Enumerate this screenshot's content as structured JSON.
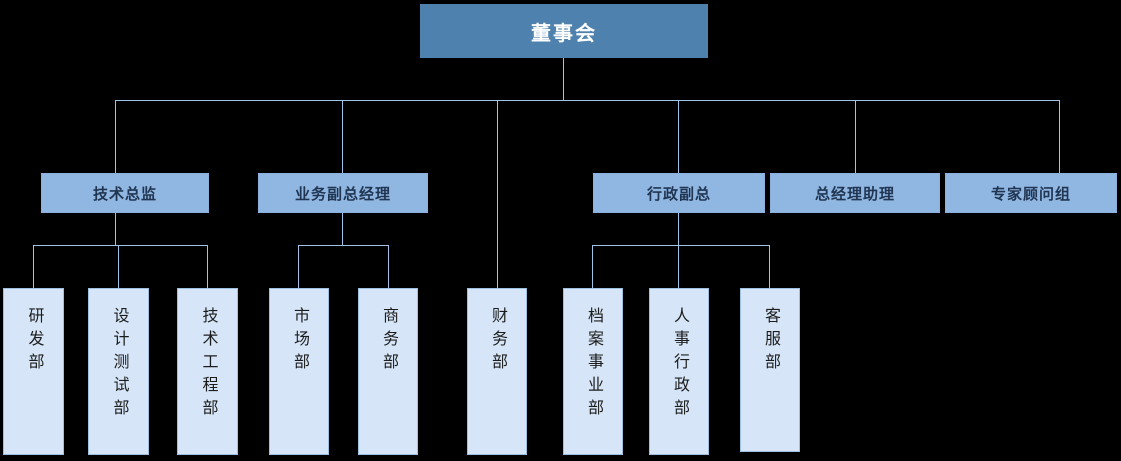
{
  "chart_title": "",
  "palette": {
    "background": "#000000",
    "level1_fill": "#4e81ad",
    "level1_text": "#ffffff",
    "level2_fill": "#90b6e2",
    "level2_text": "#1f3551",
    "level3_fill": "#d6e6f8",
    "level3_text": "#1c1c1c",
    "connector": "#9dc3e6"
  },
  "org": {
    "root": {
      "label": "董事会"
    },
    "level2": [
      {
        "id": "tech-director",
        "label": "技术总监"
      },
      {
        "id": "business-vp",
        "label": "业务副总经理"
      },
      {
        "id": "admin-vp",
        "label": "行政副总"
      },
      {
        "id": "gm-assistant",
        "label": "总经理助理"
      },
      {
        "id": "expert-advisory",
        "label": "专家顾问组"
      }
    ],
    "level3": [
      {
        "id": "rd-dept",
        "label": "研发部",
        "parent": "tech-director"
      },
      {
        "id": "design-test",
        "label": "设计测试部",
        "parent": "tech-director"
      },
      {
        "id": "tech-eng",
        "label": "技术工程部",
        "parent": "tech-director"
      },
      {
        "id": "marketing",
        "label": "市场部",
        "parent": "business-vp"
      },
      {
        "id": "commerce",
        "label": "商务部",
        "parent": "business-vp"
      },
      {
        "id": "finance",
        "label": "财务部",
        "parent": "root"
      },
      {
        "id": "archives",
        "label": "档案事业部",
        "parent": "admin-vp"
      },
      {
        "id": "hr-admin",
        "label": "人事行政部",
        "parent": "admin-vp"
      },
      {
        "id": "customer-svc",
        "label": "客服部",
        "parent": "admin-vp"
      }
    ]
  },
  "chart_data": {
    "type": "diagram",
    "diagram_type": "organizational-chart",
    "orientation": "top-down",
    "levels": 3,
    "nodes": [
      {
        "label": "董事会",
        "level": 1,
        "parent": null
      },
      {
        "label": "技术总监",
        "level": 2,
        "parent": "董事会"
      },
      {
        "label": "业务副总经理",
        "level": 2,
        "parent": "董事会"
      },
      {
        "label": "行政副总",
        "level": 2,
        "parent": "董事会"
      },
      {
        "label": "总经理助理",
        "level": 2,
        "parent": "董事会"
      },
      {
        "label": "专家顾问组",
        "level": 2,
        "parent": "董事会"
      },
      {
        "label": "研发部",
        "level": 3,
        "parent": "技术总监"
      },
      {
        "label": "设计测试部",
        "level": 3,
        "parent": "技术总监"
      },
      {
        "label": "技术工程部",
        "level": 3,
        "parent": "技术总监"
      },
      {
        "label": "市场部",
        "level": 3,
        "parent": "业务副总经理"
      },
      {
        "label": "商务部",
        "level": 3,
        "parent": "业务副总经理"
      },
      {
        "label": "财务部",
        "level": 3,
        "parent": "董事会"
      },
      {
        "label": "档案事业部",
        "level": 3,
        "parent": "行政副总"
      },
      {
        "label": "人事行政部",
        "level": 3,
        "parent": "行政副总"
      },
      {
        "label": "客服部",
        "level": 3,
        "parent": "行政副总"
      }
    ]
  }
}
